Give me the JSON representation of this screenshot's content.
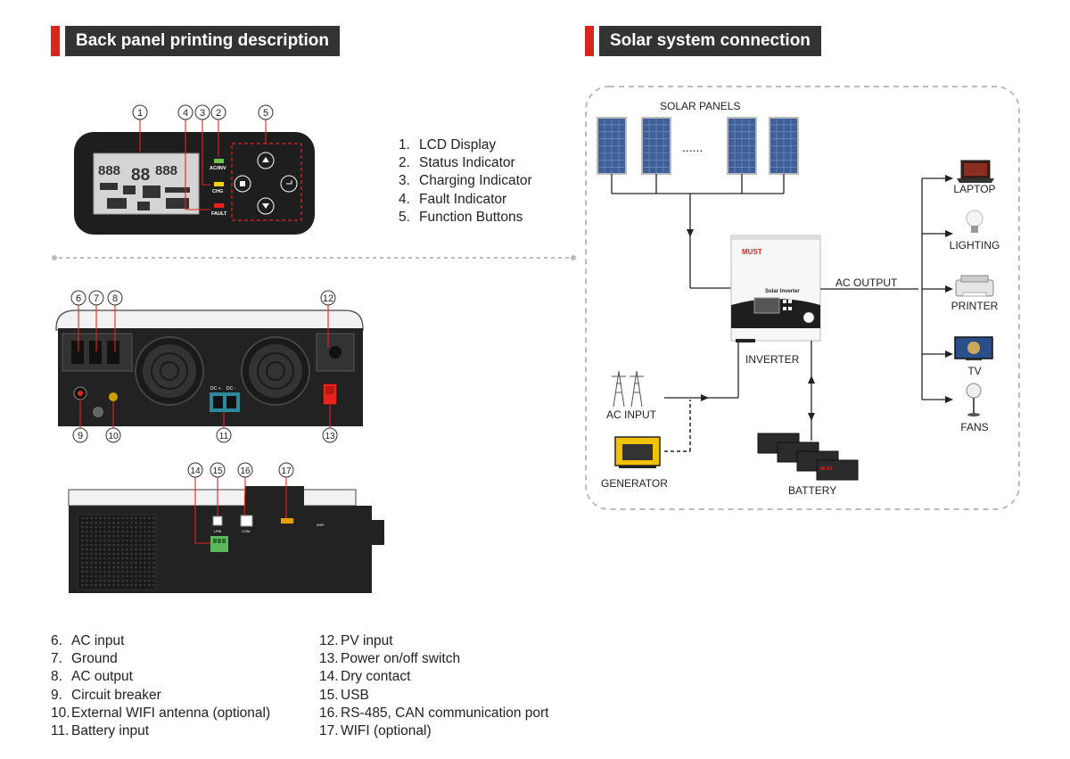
{
  "headers": {
    "left": "Back panel printing description",
    "right": "Solar system connection"
  },
  "lcd_list": [
    {
      "num": "1.",
      "text": "LCD Display"
    },
    {
      "num": "2.",
      "text": "Status Indicator"
    },
    {
      "num": "3.",
      "text": "Charging Indicator"
    },
    {
      "num": "4.",
      "text": "Fault Indicator"
    },
    {
      "num": "5.",
      "text": "Function Buttons"
    }
  ],
  "panel_labels": {
    "ac_inv": "AC/INV",
    "chg": "CHG",
    "fault": "FAULT",
    "btn_up": "UP",
    "btn_menu": "MENU",
    "btn_enter": "ENTER",
    "btn_down": "DOWN",
    "dc_plus": "DC +",
    "dc_minus": "DC -",
    "usb": "USB",
    "com": "COM",
    "wifi": "WIFI"
  },
  "callouts": {
    "front": [
      "1",
      "4",
      "3",
      "2",
      "5"
    ],
    "rear_top": [
      "6",
      "7",
      "8",
      "12"
    ],
    "rear_bottom": [
      "9",
      "10",
      "11",
      "13"
    ],
    "side": [
      "14",
      "15",
      "16",
      "17"
    ]
  },
  "legend_left": [
    {
      "num": "6.",
      "text": "AC input"
    },
    {
      "num": "7.",
      "text": "Ground"
    },
    {
      "num": "8.",
      "text": "AC output"
    },
    {
      "num": "9.",
      "text": "Circuit breaker"
    },
    {
      "num": "10.",
      "text": "External WIFI antenna (optional)"
    },
    {
      "num": "11.",
      "text": "Battery input"
    }
  ],
  "legend_right": [
    {
      "num": "12.",
      "text": "PV input"
    },
    {
      "num": "13.",
      "text": "Power on/off switch"
    },
    {
      "num": "14.",
      "text": "Dry contact"
    },
    {
      "num": "15.",
      "text": "USB"
    },
    {
      "num": "16.",
      "text": "RS-485, CAN communication port"
    },
    {
      "num": "17.",
      "text": "WIFI (optional)"
    }
  ],
  "connection": {
    "solar_panels": "SOLAR PANELS",
    "dots": "......",
    "inverter": "INVERTER",
    "brand": "MUST",
    "inverter_text": "Solar Inverter",
    "ac_output": "AC OUTPUT",
    "ac_input": "AC INPUT",
    "generator": "GENERATOR",
    "battery": "BATTERY",
    "battery_brand": "MUST",
    "loads": [
      "LAPTOP",
      "LIGHTING",
      "PRINTER",
      "TV",
      "FANS"
    ]
  },
  "colors": {
    "accent": "#d7261e",
    "header_bg": "#333333",
    "device_dark": "#1e1e1e",
    "terminal_teal": "#2a8a9a",
    "dry_contact_green": "#5cb85c"
  }
}
